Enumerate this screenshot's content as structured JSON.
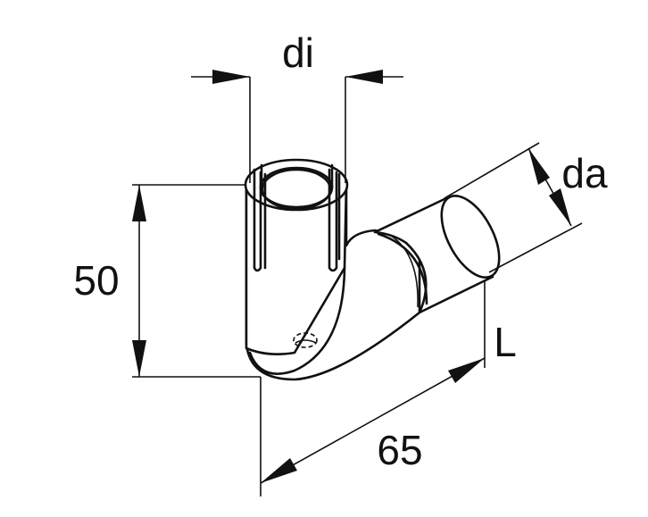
{
  "dimensions": {
    "inner_diameter": "di",
    "outer_diameter": "da",
    "height": "50",
    "length_offset": "65",
    "length": "L"
  },
  "colors": {
    "line": "#111111",
    "background": "#ffffff"
  }
}
